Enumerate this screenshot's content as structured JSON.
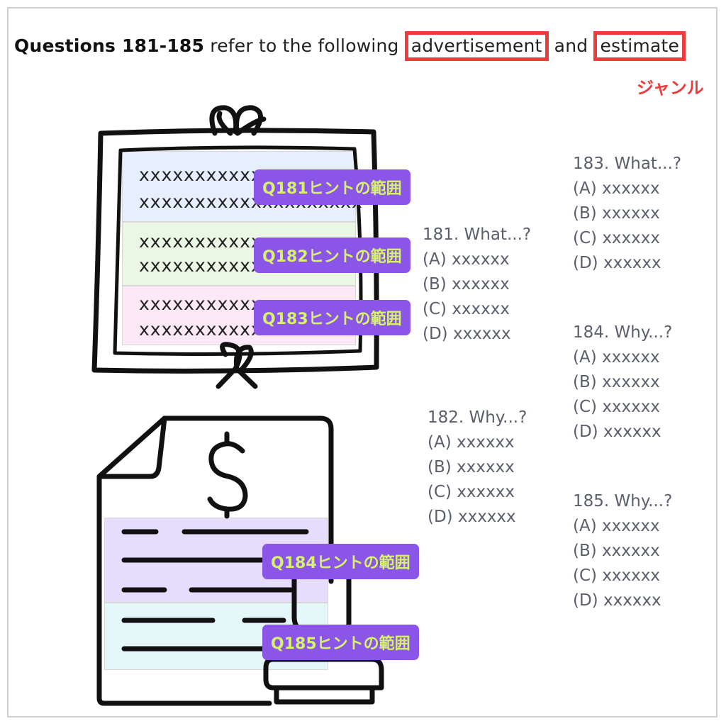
{
  "heading": {
    "bold": "Questions 181-185",
    "mid": " refer to the following ",
    "genre1": "advertisement",
    "and": " and ",
    "genre2": "estimate"
  },
  "genre_label": "ジャンル",
  "colors": {
    "genre_highlight": "#ef3b3b",
    "hint_bg": "#8b55e8",
    "hint_text": "#d6f26a",
    "band_blue": "#e6effd",
    "band_green": "#eaf7e4",
    "band_pink": "#fde8f5",
    "band_purple": "#e6dcfb",
    "band_cyan": "#e4f8fa"
  },
  "ad_text": {
    "line1": "xxxxxxxxxxxxxxxxxxxx",
    "line2": "xxxxxxxxxxxxxxxxxxxx",
    "line3": "xxxxxxxxxxxxxxxxxxxx",
    "line4": "xxxxxxxxxxxxxxxxxxxx",
    "line5": "xxxxxxxxxxxxxxxxxxxx",
    "line6": "xxxxxxxxxxxxxxxxxxxx"
  },
  "hints": {
    "q181": "Q181ヒントの範囲",
    "q182": "Q182ヒントの範囲",
    "q183": "Q183ヒントの範囲",
    "q184": "Q184ヒントの範囲",
    "q185": "Q185ヒントの範囲"
  },
  "questions": {
    "q181": {
      "stem": "181. What...?",
      "a": "(A) xxxxxx",
      "b": "(B) xxxxxx",
      "c": "(C) xxxxxx",
      "d": "(D) xxxxxx"
    },
    "q182": {
      "stem": "182. Why...?",
      "a": "(A) xxxxxx",
      "b": "(B) xxxxxx",
      "c": "(C) xxxxxx",
      "d": "(D) xxxxxx"
    },
    "q183": {
      "stem": "183. What...?",
      "a": "(A) xxxxxx",
      "b": "(B) xxxxxx",
      "c": "(C) xxxxxx",
      "d": "(D) xxxxxx"
    },
    "q184": {
      "stem": "184. Why...?",
      "a": "(A) xxxxxx",
      "b": "(B) xxxxxx",
      "c": "(C) xxxxxx",
      "d": "(D) xxxxxx"
    },
    "q185": {
      "stem": "185. Why...?",
      "a": "(A) xxxxxx",
      "b": "(B) xxxxxx",
      "c": "(C) xxxxxx",
      "d": "(D) xxxxxx"
    }
  },
  "icons": {
    "advertisement": "framed-poster-icon",
    "estimate": "dollar-document-icon"
  }
}
